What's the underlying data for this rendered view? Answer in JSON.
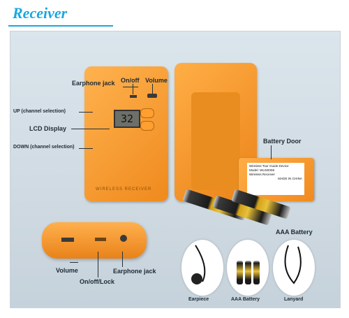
{
  "header": {
    "title": "Receiver"
  },
  "labels": {
    "earphone_jack": "Earphone jack",
    "on_off": "On/off",
    "volume": "Volume",
    "up": "UP (channel selection)",
    "lcd": "LCD Display",
    "down": "DOWN (channel selection)",
    "battery_door": "Battery Door",
    "aaa_battery": "AAA Battery",
    "volume_bottom": "Volume",
    "on_off_lock": "On/off/Lock",
    "earphone_jack_bottom": "Earphone jack"
  },
  "device": {
    "lcd_value": "32",
    "brand_text": "WIRELESS RECEIVER"
  },
  "door_sticker": {
    "line1": "Wireless Tour Guide Device",
    "line2": "Model: WUS0008",
    "line3": "Wireless Receiver",
    "line4": "MADE IN CHINA"
  },
  "accessories": [
    {
      "label": "Earpiece"
    },
    {
      "label": "AAA Battery"
    },
    {
      "label": "Lanyard"
    }
  ]
}
